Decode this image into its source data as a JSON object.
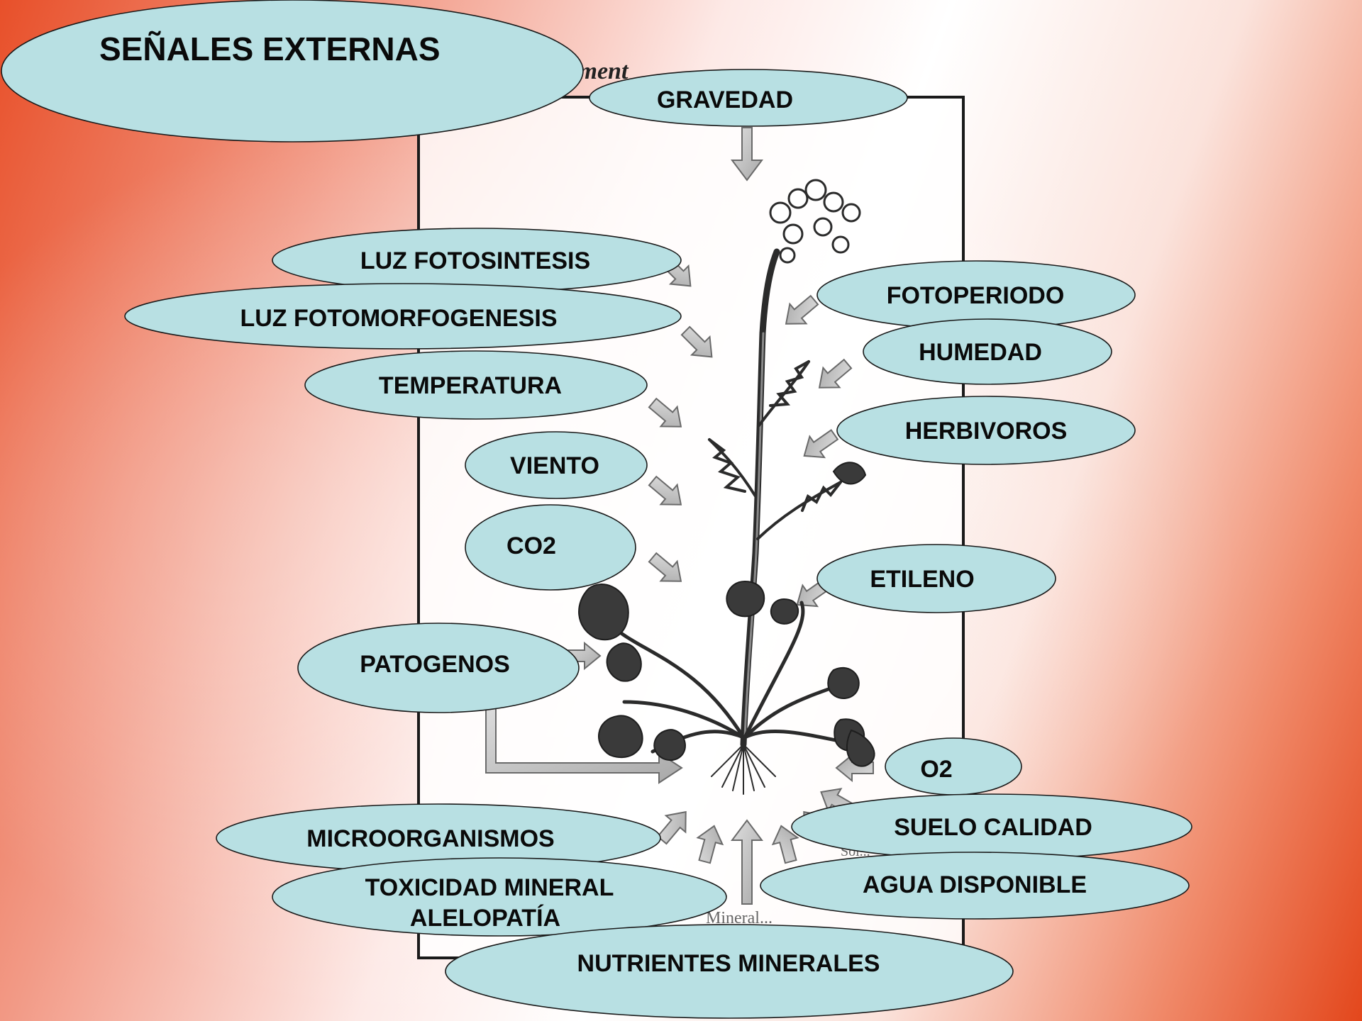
{
  "title": "SEÑALES EXTERNAS",
  "figure": {
    "caption": "...ment",
    "soil_label": "Soi...",
    "mineral_label": "Mineral..."
  },
  "signals": [
    {
      "id": "gravedad",
      "label": "GRAVEDAD"
    },
    {
      "id": "luz-fotosintesis",
      "label": "LUZ  FOTOSINTESIS"
    },
    {
      "id": "luz-fotomorfogenesis",
      "label": "LUZ  FOTOMORFOGENESIS"
    },
    {
      "id": "temperatura",
      "label": "TEMPERATURA"
    },
    {
      "id": "viento",
      "label": "VIENTO"
    },
    {
      "id": "co2",
      "label": "CO2"
    },
    {
      "id": "patogenos",
      "label": "PATOGENOS"
    },
    {
      "id": "microorganismos",
      "label": "MICROORGANISMOS"
    },
    {
      "id": "toxicidad-mineral",
      "label": "TOXICIDAD MINERAL",
      "label2": "ALELOPATÍA"
    },
    {
      "id": "nutrientes-minerales",
      "label": "NUTRIENTES MINERALES"
    },
    {
      "id": "fotoperiodo",
      "label": "FOTOPERIODO"
    },
    {
      "id": "humedad",
      "label": "HUMEDAD"
    },
    {
      "id": "herbivoros",
      "label": "HERBIVOROS"
    },
    {
      "id": "etileno",
      "label": "ETILENO"
    },
    {
      "id": "o2",
      "label": "O2"
    },
    {
      "id": "suelo-calidad",
      "label": "SUELO CALIDAD"
    },
    {
      "id": "agua-disponible",
      "label": "AGUA  DISPONIBLE"
    }
  ],
  "colors": {
    "oval_fill": "#b8e0e3",
    "background_accent": "#e3471c",
    "arrow_fill": "#c4c4c4"
  }
}
